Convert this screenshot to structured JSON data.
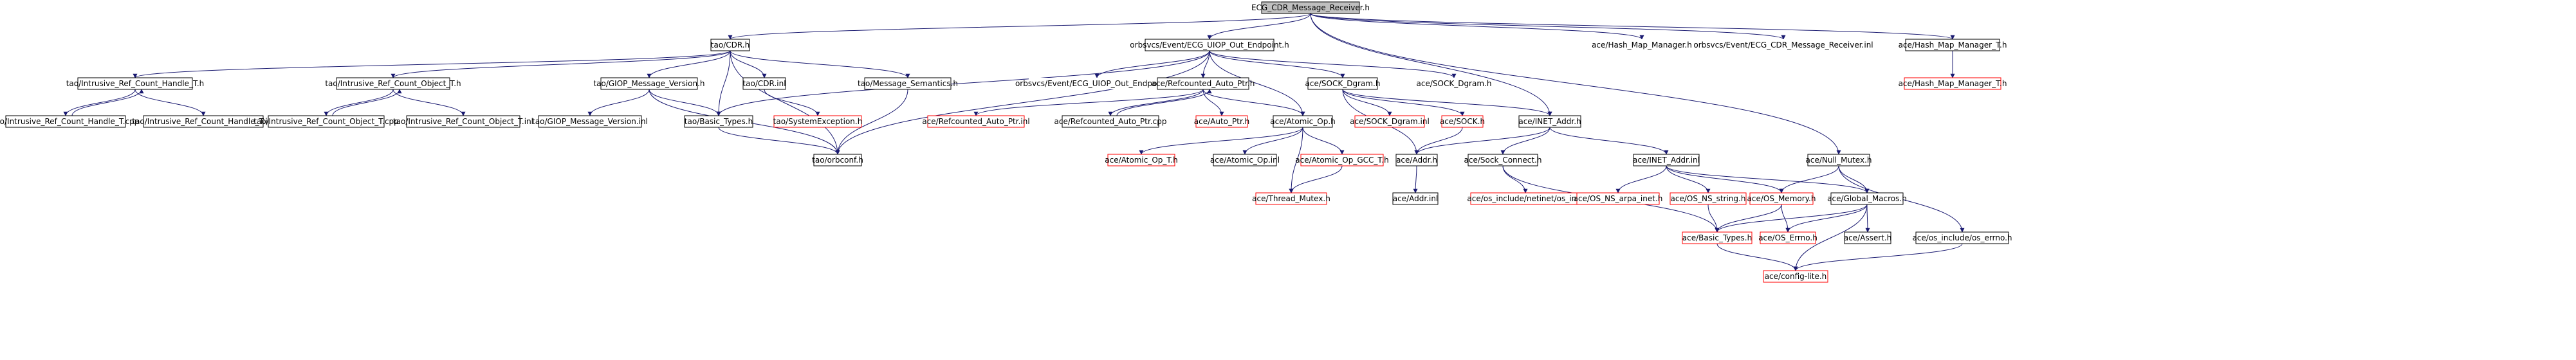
{
  "graph": {
    "colors": {
      "root_fill": "#bfbfbf",
      "root_stroke": "#000000",
      "node_fill": "#ffffff",
      "node_stroke": "#000000",
      "missing_stroke": "#ff0000",
      "plain_stroke": "none",
      "edge": "#191970",
      "edge_self": "#191970",
      "text": "#000000"
    },
    "nodes": [
      {
        "id": "root",
        "label": "ECG_CDR_Message_Receiver.h",
        "style": "root"
      },
      {
        "id": "cdr",
        "label": "tao/CDR.h",
        "style": "normal"
      },
      {
        "id": "uiop",
        "label": "orbsvcs/Event/ECG_UIOP_Out_Endpoint.h",
        "style": "normal"
      },
      {
        "id": "hmm_top",
        "label": "ace/Hash_Map_Manager.h",
        "style": "plain"
      },
      {
        "id": "msgrecv_inl",
        "label": "orbsvcs/Event/ECG_CDR_Message_Receiver.inl",
        "style": "plain"
      },
      {
        "id": "hmm_t",
        "label": "ace/Hash_Map_Manager_T.h",
        "style": "normal"
      },
      {
        "id": "hmm_ti",
        "label": "ace/Hash_Map_Manager_T.h",
        "style": "missing"
      },
      {
        "id": "irch",
        "label": "tao/Intrusive_Ref_Count_Handle_T.h",
        "style": "normal"
      },
      {
        "id": "irco",
        "label": "tao/Intrusive_Ref_Count_Object_T.h",
        "style": "normal"
      },
      {
        "id": "giop",
        "label": "tao/GIOP_Message_Version.h",
        "style": "normal"
      },
      {
        "id": "cdr_inl",
        "label": "tao/CDR.inl",
        "style": "normal"
      },
      {
        "id": "msgsem",
        "label": "tao/Message_Semantics.h",
        "style": "normal"
      },
      {
        "id": "uiop_inl",
        "label": "orbsvcs/Event/ECG_UIOP_Out_Endpoint.inl",
        "style": "plain"
      },
      {
        "id": "rcap",
        "label": "ace/Refcounted_Auto_Ptr.h",
        "style": "normal"
      },
      {
        "id": "sockd",
        "label": "ace/SOCK_Dgram.h",
        "style": "normal"
      },
      {
        "id": "sockd_top",
        "label": "ace/SOCK_Dgram.h",
        "style": "plain"
      },
      {
        "id": "irch_cpp",
        "label": "tao/Intrusive_Ref_Count_Handle_T.cpp",
        "style": "normal"
      },
      {
        "id": "irch_inl",
        "label": "tao/Intrusive_Ref_Count_Handle_T.inl",
        "style": "normal"
      },
      {
        "id": "irco_cpp",
        "label": "tao/Intrusive_Ref_Count_Object_T.cpp",
        "style": "normal"
      },
      {
        "id": "irco_inl",
        "label": "tao/Intrusive_Ref_Count_Object_T.inl",
        "style": "normal"
      },
      {
        "id": "giop_inl",
        "label": "tao/GIOP_Message_Version.inl",
        "style": "normal"
      },
      {
        "id": "basic",
        "label": "tao/Basic_Types.h",
        "style": "normal"
      },
      {
        "id": "sysexc",
        "label": "tao/SystemException.h",
        "style": "missing"
      },
      {
        "id": "orbconf",
        "label": "tao/orbconf.h",
        "style": "normal"
      },
      {
        "id": "rcap_inl",
        "label": "ace/Refcounted_Auto_Ptr.inl",
        "style": "missing"
      },
      {
        "id": "rcap_cpp",
        "label": "ace/Refcounted_Auto_Ptr.cpp",
        "style": "normal"
      },
      {
        "id": "autoptr",
        "label": "ace/Auto_Ptr.h",
        "style": "missing"
      },
      {
        "id": "atomic",
        "label": "ace/Atomic_Op.h",
        "style": "normal"
      },
      {
        "id": "sockd_inl",
        "label": "ace/SOCK_Dgram.inl",
        "style": "missing"
      },
      {
        "id": "sock",
        "label": "ace/SOCK.h",
        "style": "missing"
      },
      {
        "id": "inetaddr",
        "label": "ace/INET_Addr.h",
        "style": "normal"
      },
      {
        "id": "atomic_t",
        "label": "ace/Atomic_Op_T.h",
        "style": "missing"
      },
      {
        "id": "atomic_inl",
        "label": "ace/Atomic_Op.inl",
        "style": "normal"
      },
      {
        "id": "atomic_gcc",
        "label": "ace/Atomic_Op_GCC_T.h",
        "style": "missing"
      },
      {
        "id": "thread_mutex",
        "label": "ace/Thread_Mutex.h",
        "style": "missing"
      },
      {
        "id": "addr",
        "label": "ace/Addr.h",
        "style": "normal"
      },
      {
        "id": "addr_inl",
        "label": "ace/Addr.inl",
        "style": "normal"
      },
      {
        "id": "sockconnect",
        "label": "ace/Sock_Connect.h",
        "style": "normal"
      },
      {
        "id": "netinet",
        "label": "ace/os_include/netinet/os_in.h",
        "style": "missing"
      },
      {
        "id": "inetaddr_inl",
        "label": "ace/INET_Addr.inl",
        "style": "normal"
      },
      {
        "id": "nullmutex",
        "label": "ace/Null_Mutex.h",
        "style": "normal"
      },
      {
        "id": "arpa",
        "label": "ace/OS_NS_arpa_inet.h",
        "style": "missing"
      },
      {
        "id": "osstring",
        "label": "ace/OS_NS_string.h",
        "style": "missing"
      },
      {
        "id": "osmemory",
        "label": "ace/OS_Memory.h",
        "style": "missing"
      },
      {
        "id": "globalmacros",
        "label": "ace/Global_Macros.h",
        "style": "normal"
      },
      {
        "id": "oserrno",
        "label": "ace/os_include/os_errno.h",
        "style": "normal"
      },
      {
        "id": "acebasic",
        "label": "ace/Basic_Types.h",
        "style": "missing"
      },
      {
        "id": "oserrno2",
        "label": "ace/OS_Errno.h",
        "style": "missing"
      },
      {
        "id": "aceassert",
        "label": "ace/Assert.h",
        "style": "normal"
      },
      {
        "id": "configlite",
        "label": "ace/config-lite.h",
        "style": "missing"
      }
    ],
    "edges": [
      [
        "root",
        "cdr"
      ],
      [
        "root",
        "uiop"
      ],
      [
        "root",
        "hmm_top"
      ],
      [
        "root",
        "msgrecv_inl"
      ],
      [
        "root",
        "hmm_t"
      ],
      [
        "root",
        "inetaddr"
      ],
      [
        "root",
        "nullmutex"
      ],
      [
        "hmm_t",
        "hmm_ti"
      ],
      [
        "cdr",
        "irch"
      ],
      [
        "cdr",
        "irco"
      ],
      [
        "cdr",
        "giop"
      ],
      [
        "cdr",
        "cdr_inl"
      ],
      [
        "cdr",
        "msgsem"
      ],
      [
        "cdr",
        "basic"
      ],
      [
        "cdr",
        "orbconf"
      ],
      [
        "uiop",
        "uiop_inl"
      ],
      [
        "uiop",
        "rcap"
      ],
      [
        "uiop",
        "sockd"
      ],
      [
        "uiop",
        "sockd_top"
      ],
      [
        "uiop",
        "basic"
      ],
      [
        "uiop",
        "orbconf"
      ],
      [
        "uiop",
        "atomic"
      ],
      [
        "irch",
        "irch_cpp"
      ],
      [
        "irch",
        "irch_inl"
      ],
      [
        "irch_cpp",
        "irch"
      ],
      [
        "irco",
        "irco_cpp"
      ],
      [
        "irco",
        "irco_inl"
      ],
      [
        "irco_cpp",
        "irco"
      ],
      [
        "giop",
        "giop_inl"
      ],
      [
        "giop",
        "basic"
      ],
      [
        "giop",
        "orbconf"
      ],
      [
        "cdr_inl",
        "sysexc"
      ],
      [
        "msgsem",
        "orbconf"
      ],
      [
        "basic",
        "orbconf"
      ],
      [
        "rcap",
        "rcap_inl"
      ],
      [
        "rcap",
        "rcap_cpp"
      ],
      [
        "rcap",
        "autoptr"
      ],
      [
        "rcap",
        "atomic"
      ],
      [
        "rcap_cpp",
        "rcap"
      ],
      [
        "atomic",
        "atomic_t"
      ],
      [
        "atomic",
        "atomic_inl"
      ],
      [
        "atomic",
        "atomic_gcc"
      ],
      [
        "atomic",
        "thread_mutex"
      ],
      [
        "atomic_gcc",
        "thread_mutex"
      ],
      [
        "sockd",
        "sockd_inl"
      ],
      [
        "sockd",
        "sock"
      ],
      [
        "sockd",
        "inetaddr"
      ],
      [
        "sockd",
        "addr"
      ],
      [
        "sock",
        "addr"
      ],
      [
        "inetaddr",
        "addr"
      ],
      [
        "inetaddr",
        "sockconnect"
      ],
      [
        "inetaddr",
        "inetaddr_inl"
      ],
      [
        "addr",
        "addr_inl"
      ],
      [
        "sockconnect",
        "netinet"
      ],
      [
        "sockconnect",
        "acebasic"
      ],
      [
        "inetaddr_inl",
        "arpa"
      ],
      [
        "inetaddr_inl",
        "osstring"
      ],
      [
        "inetaddr_inl",
        "osmemory"
      ],
      [
        "inetaddr_inl",
        "globalmacros"
      ],
      [
        "nullmutex",
        "osmemory"
      ],
      [
        "nullmutex",
        "globalmacros"
      ],
      [
        "nullmutex",
        "oserrno"
      ],
      [
        "osmemory",
        "acebasic"
      ],
      [
        "osmemory",
        "oserrno2"
      ],
      [
        "osstring",
        "acebasic"
      ],
      [
        "globalmacros",
        "acebasic"
      ],
      [
        "globalmacros",
        "oserrno2"
      ],
      [
        "globalmacros",
        "aceassert"
      ],
      [
        "globalmacros",
        "configlite"
      ],
      [
        "acebasic",
        "configlite"
      ],
      [
        "oserrno",
        "configlite"
      ]
    ]
  }
}
